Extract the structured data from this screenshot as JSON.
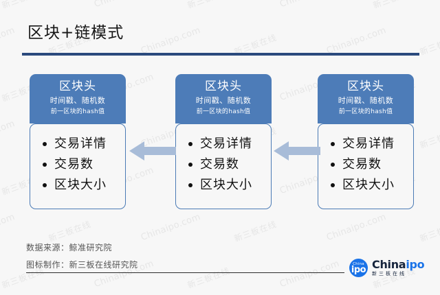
{
  "page": {
    "title": "区块+链模式",
    "background_color": "#f7f7f7",
    "accent_color": "#4d7cb8",
    "rule_color": "#2b4a7d",
    "arrow_color": "#a8bcd8"
  },
  "blocks": [
    {
      "header_title": "区块头",
      "header_line1": "时间戳、随机数",
      "header_line2": "前一区块的hash值",
      "items": [
        "交易详情",
        "交易数",
        "区块大小"
      ]
    },
    {
      "header_title": "区块头",
      "header_line1": "时间戳、随机数",
      "header_line2": "前一区块的hash值",
      "items": [
        "交易详情",
        "交易数",
        "区块大小"
      ]
    },
    {
      "header_title": "区块头",
      "header_line1": "时间戳、随机数",
      "header_line2": "前一区块的hash值",
      "items": [
        "交易详情",
        "交易数",
        "区块大小"
      ]
    }
  ],
  "arrows": [
    {
      "direction": "left",
      "from_block": 2,
      "to_block": 1
    },
    {
      "direction": "left",
      "from_block": 3,
      "to_block": 2
    }
  ],
  "footer": {
    "source": "数据来源：鲸准研究院",
    "credit": "图标制作：新三板在线研究院"
  },
  "logo": {
    "mark_top": "China",
    "mark_bottom": "ipo",
    "word_part1": "China",
    "word_part2": "ipo",
    "subtitle": "新三板在线"
  },
  "watermarks": {
    "latin": "Chinaipo.com",
    "cjk": "新三板在线"
  }
}
